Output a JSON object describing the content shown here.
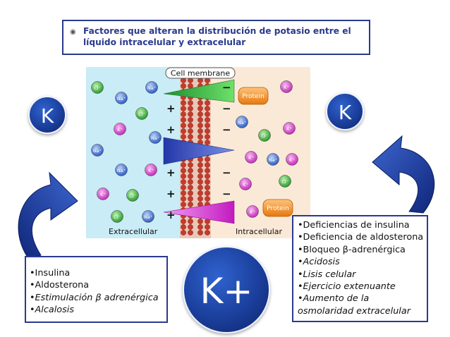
{
  "title": "Factores que alteran la distribución de potasio entre el líquido intracelular y extracelular",
  "title_bullet": "◉",
  "k_left": "K",
  "k_right": "K",
  "k_plus": "K+",
  "membrane_label": "Cell membrane",
  "extracellular_label": "Extracellular",
  "intracellular_label": "Intracellular",
  "protein_label": "Protein",
  "left_list": [
    {
      "text": "•Insulina",
      "italic": false
    },
    {
      "text": "•Aldosterona",
      "italic": false
    },
    {
      "text": "•Estimulación β adrenérgica",
      "italic": true
    },
    {
      "text": "•Alcalosis",
      "italic": true
    }
  ],
  "right_list": [
    {
      "text": "•Deficiencias de insulina",
      "italic": false
    },
    {
      "text": "•Deficiencia de aldosterona",
      "italic": false
    },
    {
      "text": "•Bloqueo β-adrenérgica",
      "italic": false
    },
    {
      "text": "•Acidosis",
      "italic": true
    },
    {
      "text": "•Lisis celular",
      "italic": true
    },
    {
      "text": "•Ejercicio extenuante",
      "italic": true
    },
    {
      "text": "•Aumento de la osmolaridad extracelular",
      "italic": true
    }
  ],
  "ions": {
    "cl": "Cl⁻",
    "na": "Na⁺",
    "k": "K⁺"
  },
  "charges": {
    "plus": "+",
    "minus": "−"
  },
  "colors": {
    "border_blue": "#2a3a8c",
    "extracellular_bg": "#c9ecf7",
    "intracellular_bg": "#fbe9d8",
    "cl_green": "#3fae3c",
    "na_blue": "#3e6fd0",
    "k_pink": "#d23fc9",
    "protein_orange": "#f08d1c"
  }
}
